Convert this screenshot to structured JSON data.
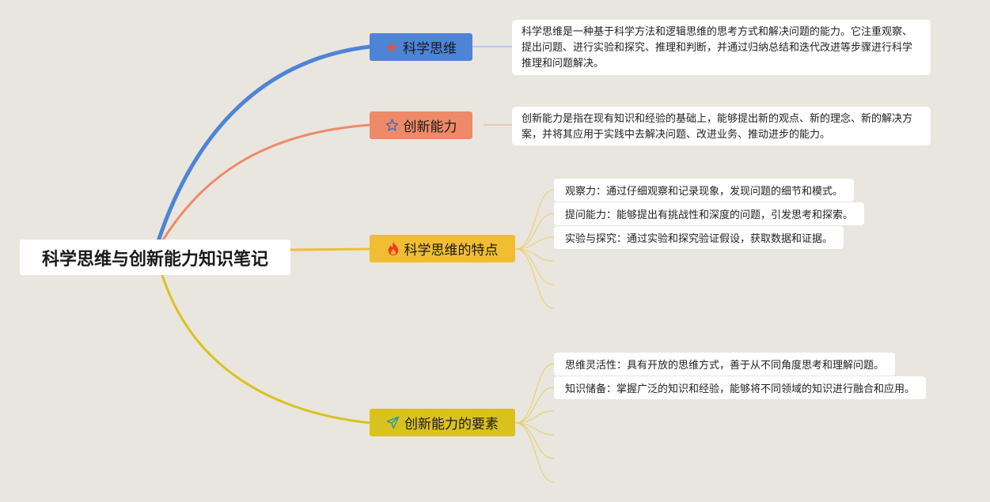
{
  "root": {
    "title": "科学思维与创新能力知识笔记"
  },
  "branches": [
    {
      "label": "科学思维",
      "icon": "star-filled-icon",
      "color": "#4e84d6",
      "note": "科学思维是一种基于科学方法和逻辑思维的思考方式和解决问题的能力。它注重观察、提出问题、进行实验和探究、推理和判断，并通过归纳总结和迭代改进等步骤进行科学推理和问题解决。"
    },
    {
      "label": "创新能力",
      "icon": "star-outline-icon",
      "color": "#ee8a68",
      "note": "创新能力是指在现有知识和经验的基础上，能够提出新的观点、新的理念、新的解决方案，并将其应用于实践中去解决问题、改进业务、推动进步的能力。"
    },
    {
      "label": "科学思维的特点",
      "icon": "fire-icon",
      "color": "#f1bd32",
      "items": [
        "观察力：通过仔细观察和记录现象，发现问题的细节和模式。",
        "提问能力：能够提出有挑战性和深度的问题，引发思考和探索。",
        "实验与探究：通过实验和探究验证假设，获取数据和证据。"
      ]
    },
    {
      "label": "创新能力的要素",
      "icon": "paper-plane-icon",
      "color": "#dac21e",
      "items": [
        "思维灵活性：具有开放的思维方式，善于从不同角度思考和理解问题。",
        "知识储备：掌握广泛的知识和经验，能够将不同领域的知识进行融合和应用。"
      ]
    }
  ]
}
